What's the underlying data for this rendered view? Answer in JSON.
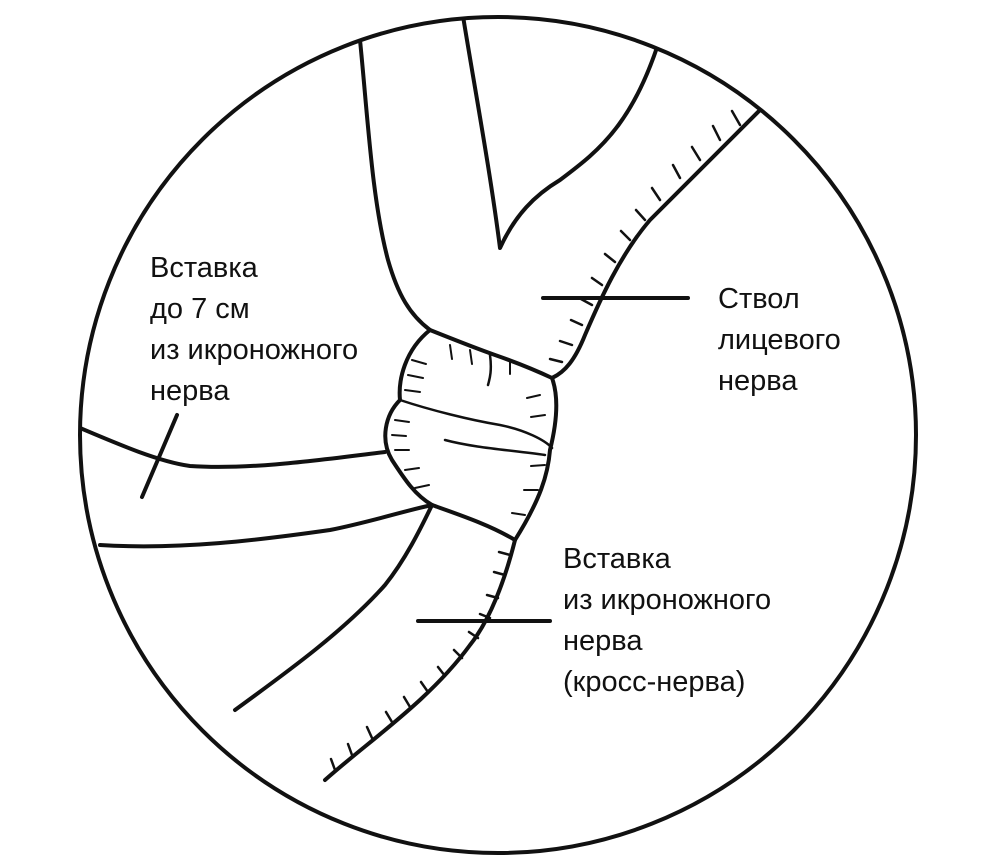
{
  "labels": {
    "graft_7cm": [
      "Вставка",
      "до 7 см",
      "из икроножного",
      "нерва"
    ],
    "facial_trunk": [
      "Ствол",
      "лицевого",
      "нерва"
    ],
    "cross_graft": [
      "Вставка",
      "из икроножного",
      "нерва",
      "(кросс-нерва)"
    ]
  },
  "colors": {
    "ink": "#111111",
    "background": "#ffffff"
  }
}
